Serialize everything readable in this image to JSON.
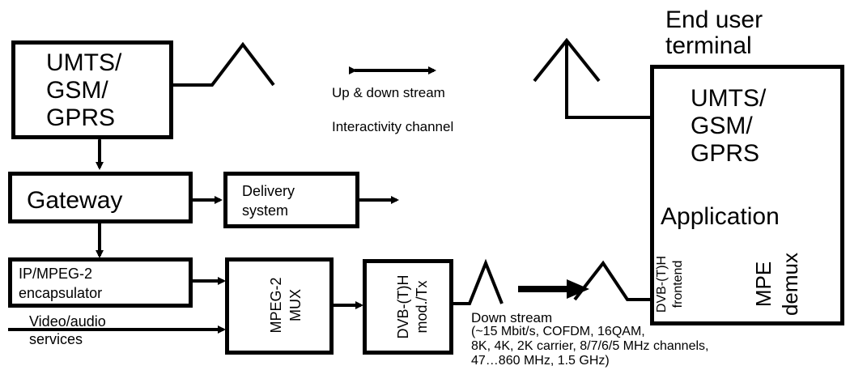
{
  "terminal_label": [
    "End user",
    "terminal"
  ],
  "umts_left": [
    "UMTS/",
    "GSM/",
    "GPRS"
  ],
  "umts_right": [
    "UMTS/",
    "GSM/",
    "GPRS"
  ],
  "gateway": "Gateway",
  "delivery": [
    "Delivery",
    "system"
  ],
  "encapsulator": [
    "IP/MPEG-2",
    "encapsulator"
  ],
  "video": [
    "Video/audio",
    "services"
  ],
  "mux": [
    "MPEG-2",
    "MUX"
  ],
  "dvb_tx": [
    "DVB-(T)H",
    "mod./Tx"
  ],
  "updown": "Up & down stream",
  "interactivity": "Interactivity channel",
  "application": "Application",
  "frontend": [
    "DVB-(T)H",
    "frontend"
  ],
  "mpe": [
    "MPE",
    "demux"
  ],
  "downstream": [
    "Down stream",
    "(~15 Mbit/s, COFDM, 16QAM,",
    "8K, 4K, 2K carrier, 8/7/6/5 MHz channels,",
    "47…860 MHz, 1.5 GHz)"
  ]
}
